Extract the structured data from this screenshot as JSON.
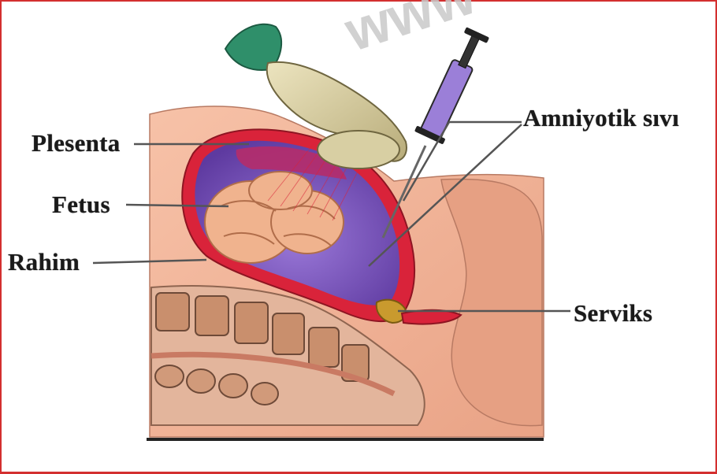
{
  "diagram": {
    "labels": {
      "placenta": "Plesenta",
      "fetus": "Fetus",
      "uterus": "Rahim",
      "amniotic_fluid": "Amniyotik sıvı",
      "cervix": "Serviks"
    },
    "watermark": "www",
    "colors": {
      "frame": "#d32f2f",
      "skin": "#f4b49a",
      "uterus_wall": "#d9233a",
      "amniotic_fluid": "#7a52b8",
      "leader_lines": "#555555"
    }
  }
}
